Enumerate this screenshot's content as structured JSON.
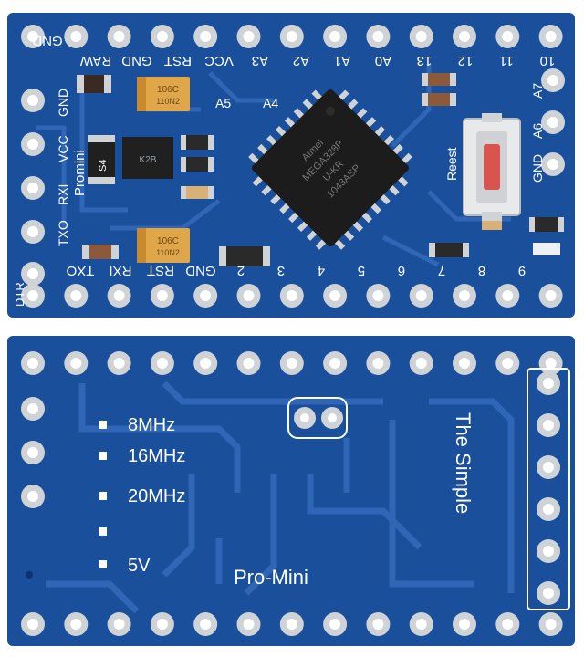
{
  "colors": {
    "pcb": "#1a4f9c",
    "pcb_dark": "#123f85",
    "trace": "#2f66b6",
    "silk": "#ffffff",
    "pad": "#cfd3d6",
    "chip": "#1c1c1c",
    "cap": "#e0a64a",
    "button_red": "#d9534f"
  },
  "front": {
    "top_labels": [
      "GND",
      "RAW",
      "GND",
      "RST",
      "VCC",
      "A3",
      "A2",
      "A1",
      "A0",
      "13",
      "12",
      "11",
      "10"
    ],
    "inner_labels": {
      "a5": "A5",
      "a4": "A4",
      "a7": "A7",
      "a6": "A6",
      "gnd_right": "GND",
      "reset": "Reest"
    },
    "left_labels": [
      "GND",
      "VCC",
      "RXI",
      "TXO"
    ],
    "promini": "Promini",
    "bottom_labels": [
      "TXO",
      "RXI",
      "RST",
      "GND",
      "2",
      "3",
      "4",
      "5",
      "6",
      "7",
      "8",
      "9"
    ],
    "dtr": "DTR",
    "chip_text": [
      "Atmel",
      "MEGA328P",
      "U-KR",
      "1043ASP"
    ],
    "cap1": [
      "106C",
      "110N2"
    ],
    "cap2": [
      "106C",
      "110N2"
    ],
    "diode": "S4",
    "regulator": "K2B"
  },
  "back": {
    "freq_labels": [
      "8MHz",
      "16MHz",
      "20MHz",
      "",
      "5V"
    ],
    "brand": "The Simple",
    "model": "Pro-Mini"
  }
}
